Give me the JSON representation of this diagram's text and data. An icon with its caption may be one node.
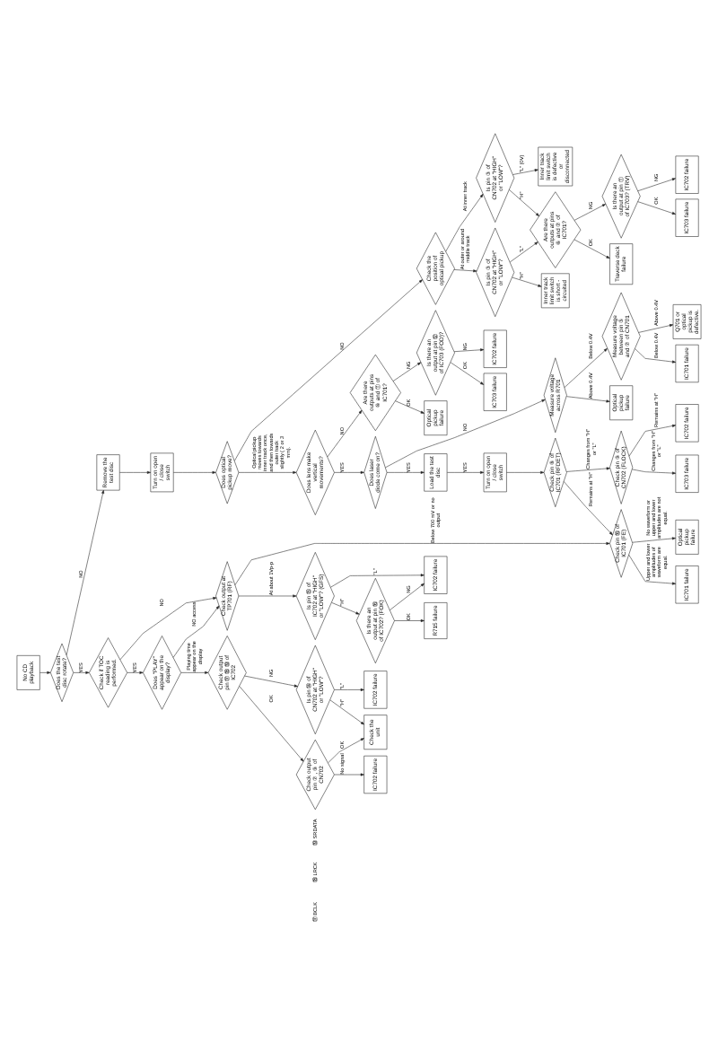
{
  "diagram": {
    "nodes": [
      {
        "text": [
          "No CD playback"
        ]
      },
      {
        "text": [
          "Does the test disc rotate?"
        ]
      },
      {
        "text": [
          "Check if TOC reading is performed."
        ]
      },
      {
        "text": [
          "Does \"PLAY\" appear on the display?"
        ]
      },
      {
        "text": [
          "Check output pin ⑰ ⑱ ⑲ of IC702"
        ]
      },
      {
        "text": [
          "Check output pin ⑦ , ⑨ of CN702"
        ]
      },
      {
        "text": [
          "IC702 failure"
        ]
      },
      {
        "text": [
          "Is pin ⑭ of CN702 at \"HIGH\" or \"LOW\"?"
        ]
      },
      {
        "text": [
          "IC702 failure"
        ]
      },
      {
        "text": [
          "Check the unit"
        ]
      },
      {
        "text": [
          "Check output at TP701 (RF)"
        ]
      },
      {
        "text": [
          "Is pin ⑮ of IC702 at \"HIGH\" or \"LOW\"? (GFS)"
        ]
      },
      {
        "text": [
          "Is there an output at pin ⑯ of IC702? (FOK)"
        ]
      },
      {
        "text": [
          "R715 failure"
        ]
      },
      {
        "text": [
          "IC702 failure"
        ]
      },
      {
        "text": [
          "Check pin ⑯ of IC701 (FE)"
        ]
      },
      {
        "text": [
          "IC701 failure"
        ]
      },
      {
        "text": [
          "Optical pickup failure"
        ]
      },
      {
        "text": [
          "Remove the test disc"
        ]
      },
      {
        "text": [
          "Turn on open / close switch"
        ]
      },
      {
        "text": [
          "Does optical pickup move?"
        ]
      },
      {
        "text": [
          "Does lens make vertical movements?"
        ]
      },
      {
        "text": [
          "Does laser diode come on?"
        ]
      },
      {
        "text": [
          "Load the test disc"
        ]
      },
      {
        "text": [
          "Turn on open / close switch"
        ]
      },
      {
        "text": [
          "Check pin ⑧ of IC701 (RFDET)"
        ]
      },
      {
        "text": [
          "Check pin ⑨ of CN702 (FLOCK)"
        ]
      },
      {
        "text": [
          "IC703 failure"
        ]
      },
      {
        "text": [
          "IC702 failure"
        ]
      },
      {
        "text": [
          "Measure voltage across R701"
        ]
      },
      {
        "text": [
          "Optical pickup failure"
        ]
      },
      {
        "text": [
          "Measure voltage between pin ⑤ and ⑦ of CN701"
        ]
      },
      {
        "text": [
          "IC701 failure"
        ]
      },
      {
        "text": [
          "Q701 or optical pickup is defective."
        ]
      },
      {
        "text": [
          "Are there outputs at pins ⑩ and ⑪ of IC701?"
        ]
      },
      {
        "text": [
          "Optical pickup failure"
        ]
      },
      {
        "text": [
          "Is there an output at pin ⑫ of IC703 (FOD)?"
        ]
      },
      {
        "text": [
          "IC703 failure"
        ]
      },
      {
        "text": [
          "IC702 failure"
        ]
      },
      {
        "text": [
          "Check the position of optical pickup"
        ]
      },
      {
        "text": [
          "Is pin ③ of CN702 at \"HIGH\" or \"LOW\"?"
        ]
      },
      {
        "text": [
          "Inner track limit switch is short - circuited"
        ]
      },
      {
        "text": [
          "Is pin ③ of CN702 at \"HIGH\" or \"LOW\"?"
        ]
      },
      {
        "text": [
          "Inner track limit switch is defective or disconnected"
        ]
      },
      {
        "text": [
          "Are there outputs at pins ⑥ and ⑦ of IC701?"
        ]
      },
      {
        "text": [
          "Traverse deck failure"
        ]
      },
      {
        "text": [
          "Is there an output at pin ⑪ of IC703? (TRV)"
        ]
      },
      {
        "text": [
          "IC703 failure"
        ]
      },
      {
        "text": [
          "IC702 failure"
        ]
      }
    ],
    "edges": [
      {
        "from": 0,
        "to": 1,
        "arrow": "to"
      },
      {
        "from": 1,
        "to": 2,
        "arrow": "to",
        "label": "YES"
      },
      {
        "from": 1,
        "to": 18,
        "arrow": "to",
        "label": "NO"
      },
      {
        "from": 2,
        "to": 3,
        "arrow": "to",
        "label": "YES"
      },
      {
        "from": 2,
        "to": 10,
        "arrow": "to",
        "label": "NO"
      },
      {
        "from": 3,
        "to": 10,
        "arrow": "to",
        "label": "NO access"
      },
      {
        "from": 3,
        "to": 4,
        "arrow": "to",
        "label": "Playing time appear on the display"
      },
      {
        "from": 4,
        "to": 5,
        "arrow": "to",
        "label": "OK"
      },
      {
        "from": 4,
        "to": 7,
        "arrow": "to",
        "label": "NG"
      },
      {
        "from": 5,
        "to": 6,
        "arrow": "to",
        "label": "No signal"
      },
      {
        "from": 5,
        "to": 9,
        "arrow": "to",
        "label": "OK"
      },
      {
        "from": 7,
        "to": 8,
        "arrow": "to",
        "label": "\"L\""
      },
      {
        "from": 7,
        "to": 9,
        "arrow": "to",
        "label": "\"H\""
      },
      {
        "from": 10,
        "to": 11,
        "arrow": "to",
        "label": "At about 1Vp-p"
      },
      {
        "from": 10,
        "to": 15,
        "arrow": "to",
        "label": "Below 700 mV or no output"
      },
      {
        "from": 11,
        "to": 12,
        "arrow": "to",
        "label": "\"H\""
      },
      {
        "from": 11,
        "to": 14,
        "arrow": "to",
        "label": "\"L\""
      },
      {
        "from": 12,
        "to": 13,
        "arrow": "to",
        "label": "OK"
      },
      {
        "from": 12,
        "to": 14,
        "arrow": "to",
        "label": "NG"
      },
      {
        "from": 15,
        "to": 16,
        "arrow": "to",
        "label": "Upper and lower amplitudes of waveform are equal."
      },
      {
        "from": 15,
        "to": 17,
        "arrow": "to",
        "label": "No waveform or upper and lower amplitudes are not equal."
      },
      {
        "from": 18,
        "to": 19,
        "arrow": "to"
      },
      {
        "from": 19,
        "to": 20,
        "arrow": "to"
      },
      {
        "from": 20,
        "to": 21,
        "arrow": "to",
        "label": "Optical pickup moves towards inner track once, and then towards outer track slightly ( 2 or 3 mm)."
      },
      {
        "from": 20,
        "to": 39,
        "arrow": "to",
        "label": "NO"
      },
      {
        "from": 21,
        "to": 22,
        "arrow": "to",
        "label": "YES"
      },
      {
        "from": 21,
        "to": 34,
        "arrow": "to",
        "label": "NO"
      },
      {
        "from": 22,
        "to": 23,
        "arrow": "to",
        "label": "YES"
      },
      {
        "from": 22,
        "to": 29,
        "arrow": "to",
        "label": "NO"
      },
      {
        "from": 23,
        "to": 24,
        "arrow": "to",
        "label": "YES"
      },
      {
        "from": 24,
        "to": 25,
        "arrow": "to"
      },
      {
        "from": 25,
        "to": 26,
        "arrow": "to",
        "label": "Changes from \"H\" or \"L\""
      },
      {
        "from": 25,
        "to": 15,
        "arrow": "to",
        "label": "Remains at \"H\""
      },
      {
        "from": 26,
        "to": 27,
        "arrow": "to",
        "label": "Changes from \"H\" or \"L\""
      },
      {
        "from": 26,
        "to": 28,
        "arrow": "to",
        "label": "Remains at \"H\""
      },
      {
        "from": 29,
        "to": 30,
        "arrow": "to",
        "label": "Above 0.4V"
      },
      {
        "from": 29,
        "to": 31,
        "arrow": "to",
        "label": "Below 0.4V"
      },
      {
        "from": 31,
        "to": 32,
        "arrow": "to",
        "label": "Below 0.4V"
      },
      {
        "from": 31,
        "to": 33,
        "arrow": "to",
        "label": "Above 0.4V"
      },
      {
        "from": 34,
        "to": 35,
        "arrow": "to",
        "label": "OK"
      },
      {
        "from": 34,
        "to": 36,
        "arrow": "to",
        "label": "NG"
      },
      {
        "from": 36,
        "to": 37,
        "arrow": "to",
        "label": "OK"
      },
      {
        "from": 36,
        "to": 38,
        "arrow": "to",
        "label": "NG"
      },
      {
        "from": 39,
        "to": 40,
        "arrow": "to",
        "label": "At outer or around middle track"
      },
      {
        "from": 39,
        "to": 42,
        "arrow": "to",
        "label": "At inner track"
      },
      {
        "from": 40,
        "to": 41,
        "arrow": "to",
        "label": "\"H\""
      },
      {
        "from": 40,
        "to": 44,
        "arrow": "to",
        "label": "\"L\""
      },
      {
        "from": 42,
        "to": 44,
        "arrow": "to",
        "label": "\"H\""
      },
      {
        "from": 42,
        "to": 43,
        "arrow": "to",
        "label": "\"L\" (0V)"
      },
      {
        "from": 44,
        "to": 45,
        "arrow": "to",
        "label": "OK"
      },
      {
        "from": 44,
        "to": 46,
        "arrow": "to",
        "label": "NG"
      },
      {
        "from": 46,
        "to": 47,
        "arrow": "to",
        "label": "OK"
      },
      {
        "from": 46,
        "to": 48,
        "arrow": "to",
        "label": "NG"
      }
    ],
    "labels": [
      "⑰ BCLK",
      "⑱ LRCK",
      "⑲ SRDATA"
    ]
  }
}
